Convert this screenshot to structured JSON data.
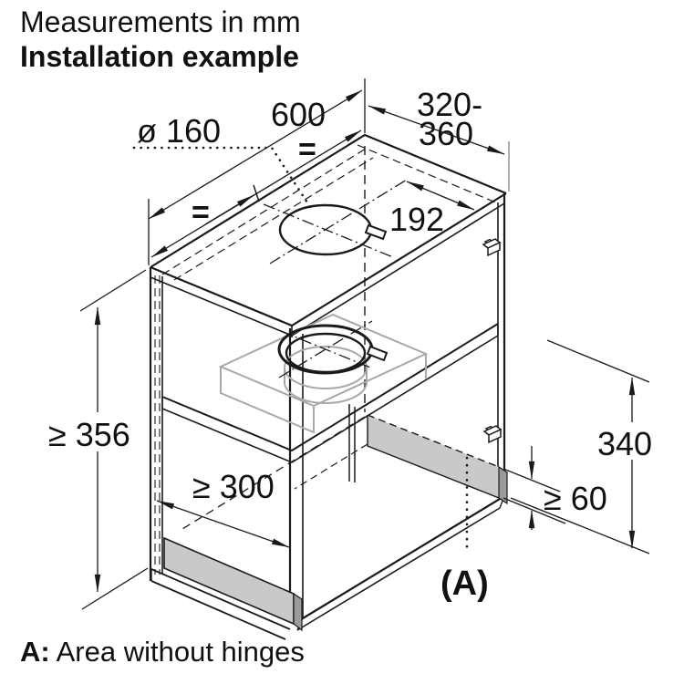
{
  "title": {
    "line1": "Measurements in mm",
    "line2": "Installation example"
  },
  "footnote": {
    "prefix": "A:",
    "text": " Area without hinges"
  },
  "dimensions": {
    "duct_diameter": "ø 160",
    "cabinet_width": "600",
    "cabinet_depth_line1": "320-",
    "cabinet_depth_line2": "360",
    "hole_to_front": "192",
    "min_niche_height": "≥ 356",
    "min_clear_depth": "≥ 300",
    "lower_section_height": "340",
    "hinge_free_height": "≥ 60",
    "area_marker": "(A)",
    "equal_mark": "="
  },
  "colors": {
    "line": "#1a1a1a",
    "area_fill": "#c9c9c9",
    "area_fill_dark": "#9b9b9b",
    "hood_outline": "#a8a8a8",
    "background": "#ffffff"
  }
}
